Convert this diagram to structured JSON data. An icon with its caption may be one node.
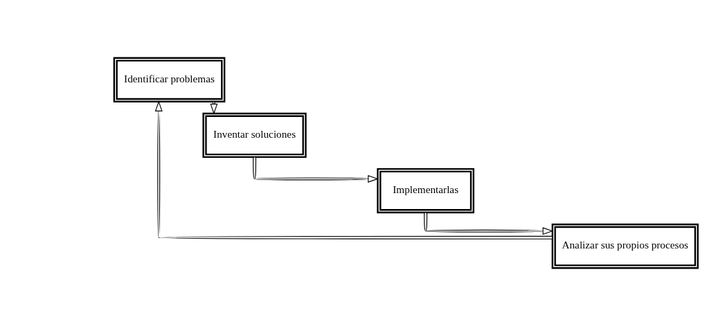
{
  "diagram": {
    "nodes": [
      {
        "text": [
          "Identificar problemas"
        ]
      },
      {
        "text": [
          "Inventar soluciones"
        ]
      },
      {
        "text": [
          "Implementarlas"
        ]
      },
      {
        "text": [
          "Analizar sus propios procesos"
        ]
      }
    ],
    "edges": [
      {
        "from": 0,
        "to": 1,
        "arrow": "to"
      },
      {
        "from": 1,
        "to": 2,
        "arrow": "to"
      },
      {
        "from": 2,
        "to": 3,
        "arrow": "to"
      },
      {
        "from": 3,
        "to": 0,
        "arrow": "to"
      }
    ]
  }
}
